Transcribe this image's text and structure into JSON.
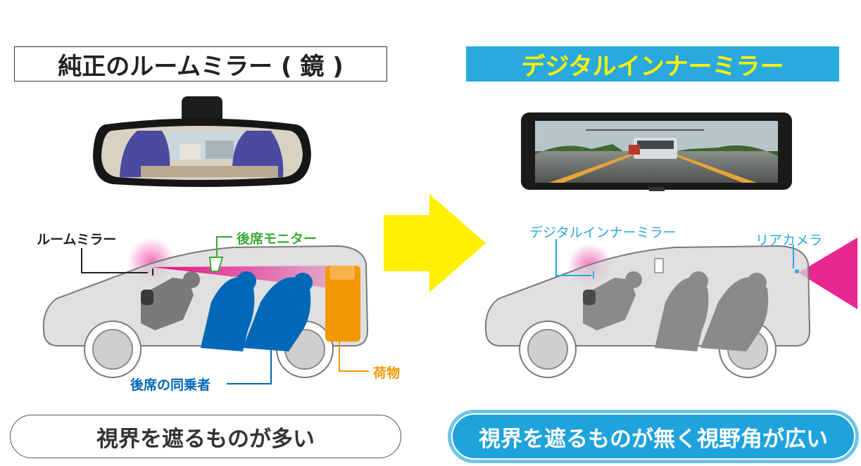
{
  "left": {
    "title": "純正のルームミラー ( 鏡 )",
    "labels": {
      "room_mirror": "ルームミラー",
      "rear_monitor": "後席モニター",
      "passengers": "後席の同乗者",
      "cargo": "荷物"
    },
    "caption": "視界を遮るものが多い"
  },
  "right": {
    "title": "デジタルインナーミラー",
    "labels": {
      "digital_mirror": "デジタルインナーミラー",
      "rear_camera": "リアカメラ"
    },
    "caption": "視界を遮るものが無く視野角が広い"
  },
  "colors": {
    "accent_blue": "#2aa9df",
    "title_yellow": "#fff200",
    "arrow_yellow": "#fff000",
    "monitor_green": "#3aaa35",
    "passenger_blue": "#0068b7",
    "cargo_orange": "#f39800",
    "view_pink": "#e4007f"
  }
}
